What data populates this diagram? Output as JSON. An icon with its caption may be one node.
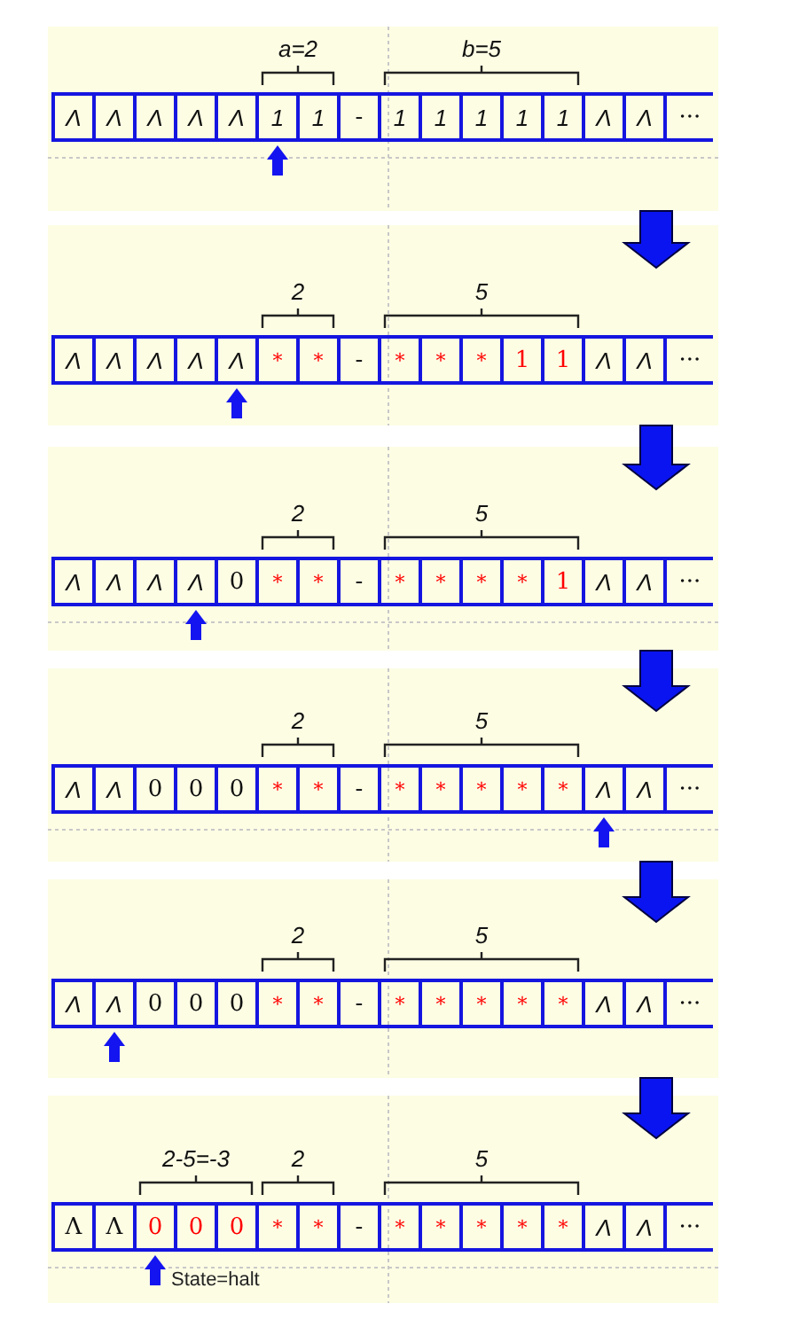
{
  "diagram": {
    "nodes": [
      {
        "text": [
          "a=2",
          "b=5"
        ]
      },
      {
        "text": [
          "Λ"
        ],
        "in": 0
      },
      {
        "text": [
          "Λ"
        ],
        "in": 0
      },
      {
        "text": [
          "Λ"
        ],
        "in": 0
      },
      {
        "text": [
          "Λ"
        ],
        "in": 0
      },
      {
        "text": [
          "Λ"
        ],
        "in": 0
      },
      {
        "text": [
          "1"
        ],
        "in": 0
      },
      {
        "text": [
          "1"
        ],
        "in": 0
      },
      {
        "text": [
          "-"
        ],
        "in": 0
      },
      {
        "text": [
          "1"
        ],
        "in": 0
      },
      {
        "text": [
          "1"
        ],
        "in": 0
      },
      {
        "text": [
          "1"
        ],
        "in": 0
      },
      {
        "text": [
          "1"
        ],
        "in": 0
      },
      {
        "text": [
          "1"
        ],
        "in": 0
      },
      {
        "text": [
          "Λ"
        ],
        "in": 0
      },
      {
        "text": [
          "Λ"
        ],
        "in": 0
      },
      {
        "text": [
          "···"
        ],
        "in": 0
      },
      {
        "text": [
          "2",
          "5"
        ]
      },
      {
        "text": [
          "Λ"
        ],
        "in": 17
      },
      {
        "text": [
          "Λ"
        ],
        "in": 17
      },
      {
        "text": [
          "Λ"
        ],
        "in": 17
      },
      {
        "text": [
          "Λ"
        ],
        "in": 17
      },
      {
        "text": [
          "Λ"
        ],
        "in": 17
      },
      {
        "text": [
          "*"
        ],
        "in": 17
      },
      {
        "text": [
          "*"
        ],
        "in": 17
      },
      {
        "text": [
          "-"
        ],
        "in": 17
      },
      {
        "text": [
          "*"
        ],
        "in": 17
      },
      {
        "text": [
          "*"
        ],
        "in": 17
      },
      {
        "text": [
          "*"
        ],
        "in": 17
      },
      {
        "text": [
          "1"
        ],
        "in": 17
      },
      {
        "text": [
          "1"
        ],
        "in": 17
      },
      {
        "text": [
          "Λ"
        ],
        "in": 17
      },
      {
        "text": [
          "Λ"
        ],
        "in": 17
      },
      {
        "text": [
          "···"
        ],
        "in": 17
      },
      {
        "text": [
          "2",
          "5"
        ]
      },
      {
        "text": [
          "Λ"
        ],
        "in": 34
      },
      {
        "text": [
          "Λ"
        ],
        "in": 34
      },
      {
        "text": [
          "Λ"
        ],
        "in": 34
      },
      {
        "text": [
          "Λ"
        ],
        "in": 34
      },
      {
        "text": [
          "0"
        ],
        "in": 34
      },
      {
        "text": [
          "*"
        ],
        "in": 34
      },
      {
        "text": [
          "*"
        ],
        "in": 34
      },
      {
        "text": [
          "-"
        ],
        "in": 34
      },
      {
        "text": [
          "*"
        ],
        "in": 34
      },
      {
        "text": [
          "*"
        ],
        "in": 34
      },
      {
        "text": [
          "*"
        ],
        "in": 34
      },
      {
        "text": [
          "*"
        ],
        "in": 34
      },
      {
        "text": [
          "1"
        ],
        "in": 34
      },
      {
        "text": [
          "Λ"
        ],
        "in": 34
      },
      {
        "text": [
          "Λ"
        ],
        "in": 34
      },
      {
        "text": [
          "···"
        ],
        "in": 34
      },
      {
        "text": [
          "2",
          "5"
        ]
      },
      {
        "text": [
          "Λ"
        ],
        "in": 51
      },
      {
        "text": [
          "Λ"
        ],
        "in": 51
      },
      {
        "text": [
          "0"
        ],
        "in": 51
      },
      {
        "text": [
          "0"
        ],
        "in": 51
      },
      {
        "text": [
          "0"
        ],
        "in": 51
      },
      {
        "text": [
          "*"
        ],
        "in": 51
      },
      {
        "text": [
          "*"
        ],
        "in": 51
      },
      {
        "text": [
          "-"
        ],
        "in": 51
      },
      {
        "text": [
          "*"
        ],
        "in": 51
      },
      {
        "text": [
          "*"
        ],
        "in": 51
      },
      {
        "text": [
          "*"
        ],
        "in": 51
      },
      {
        "text": [
          "*"
        ],
        "in": 51
      },
      {
        "text": [
          "*"
        ],
        "in": 51
      },
      {
        "text": [
          "Λ"
        ],
        "in": 51
      },
      {
        "text": [
          "Λ"
        ],
        "in": 51
      },
      {
        "text": [
          "···"
        ],
        "in": 51
      },
      {
        "text": [
          "2",
          "5"
        ]
      },
      {
        "text": [
          "Λ"
        ],
        "in": 68
      },
      {
        "text": [
          "Λ"
        ],
        "in": 68
      },
      {
        "text": [
          "0"
        ],
        "in": 68
      },
      {
        "text": [
          "0"
        ],
        "in": 68
      },
      {
        "text": [
          "0"
        ],
        "in": 68
      },
      {
        "text": [
          "*"
        ],
        "in": 68
      },
      {
        "text": [
          "*"
        ],
        "in": 68
      },
      {
        "text": [
          "-"
        ],
        "in": 68
      },
      {
        "text": [
          "*"
        ],
        "in": 68
      },
      {
        "text": [
          "*"
        ],
        "in": 68
      },
      {
        "text": [
          "*"
        ],
        "in": 68
      },
      {
        "text": [
          "*"
        ],
        "in": 68
      },
      {
        "text": [
          "*"
        ],
        "in": 68
      },
      {
        "text": [
          "Λ"
        ],
        "in": 68
      },
      {
        "text": [
          "Λ"
        ],
        "in": 68
      },
      {
        "text": [
          "···"
        ],
        "in": 68
      },
      {
        "text": [
          "2-5=-3",
          "2",
          "5",
          "State=halt"
        ]
      },
      {
        "text": [
          "Λ"
        ],
        "in": 85
      },
      {
        "text": [
          "Λ"
        ],
        "in": 85
      },
      {
        "text": [
          "0"
        ],
        "in": 85
      },
      {
        "text": [
          "0"
        ],
        "in": 85
      },
      {
        "text": [
          "0"
        ],
        "in": 85
      },
      {
        "text": [
          "*"
        ],
        "in": 85
      },
      {
        "text": [
          "*"
        ],
        "in": 85
      },
      {
        "text": [
          "-"
        ],
        "in": 85
      },
      {
        "text": [
          "*"
        ],
        "in": 85
      },
      {
        "text": [
          "*"
        ],
        "in": 85
      },
      {
        "text": [
          "*"
        ],
        "in": 85
      },
      {
        "text": [
          "*"
        ],
        "in": 85
      },
      {
        "text": [
          "*"
        ],
        "in": 85
      },
      {
        "text": [
          "Λ"
        ],
        "in": 85
      },
      {
        "text": [
          "Λ"
        ],
        "in": 85
      },
      {
        "text": [
          "···"
        ],
        "in": 85
      }
    ],
    "edges": [
      {
        "from": 0,
        "to": 17,
        "arrow": "to"
      },
      {
        "from": 17,
        "to": 34,
        "arrow": "to"
      },
      {
        "from": 34,
        "to": 51,
        "arrow": "to"
      },
      {
        "from": 51,
        "to": 68,
        "arrow": "to"
      },
      {
        "from": 68,
        "to": 85,
        "arrow": "to"
      }
    ]
  }
}
